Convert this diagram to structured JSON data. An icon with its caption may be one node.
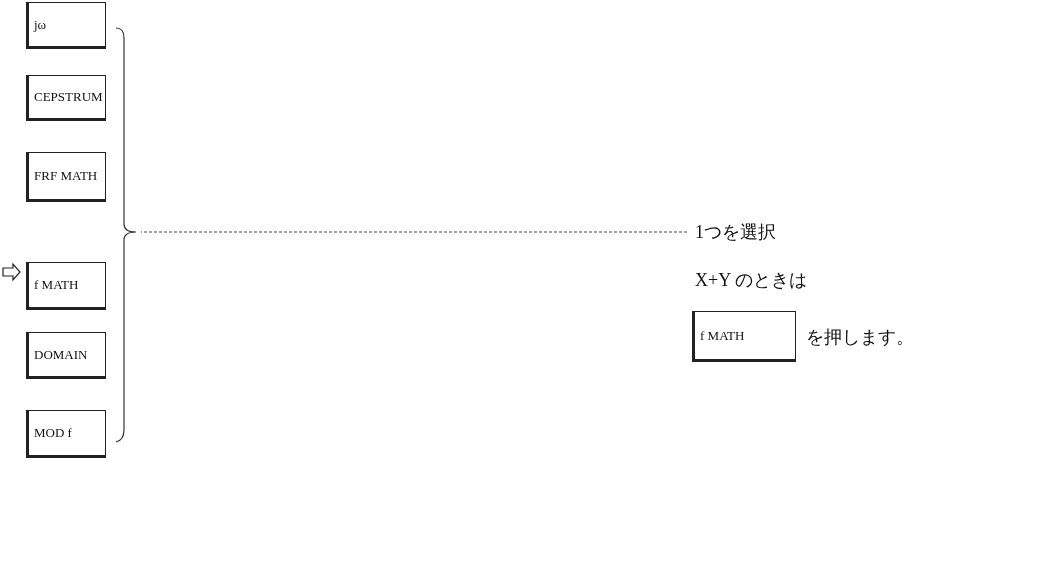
{
  "diagram": {
    "nodes": [
      {
        "text": [
          "jω"
        ]
      },
      {
        "text": [
          "CEPSTRUM"
        ]
      },
      {
        "text": [
          "FRF MATH"
        ]
      },
      {
        "text": [
          "f MATH"
        ]
      },
      {
        "text": [
          "DOMAIN"
        ]
      },
      {
        "text": [
          "MOD f"
        ]
      },
      {
        "text": [],
        "shape": "bracket"
      },
      {
        "text": [
          "1つを選択"
        ]
      },
      {
        "text": [
          "f MATH"
        ],
        "beside": [
          "を押します。"
        ]
      }
    ],
    "edges": [
      {
        "from": 7,
        "to": 6,
        "arrow": "none",
        "style": "dashed"
      }
    ],
    "labels": [
      "X+Y のときは"
    ]
  }
}
